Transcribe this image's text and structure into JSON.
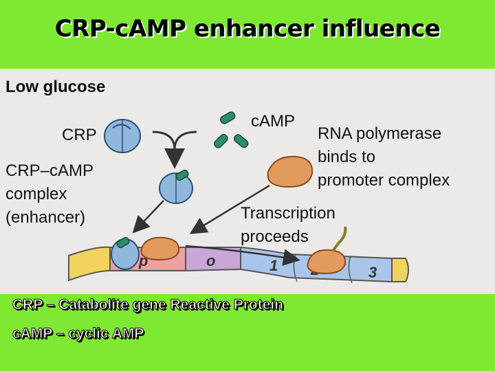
{
  "slide": {
    "title": "CRP-cAMP enhancer influence"
  },
  "figure": {
    "heading": "Low glucose",
    "crp_label": "CRP",
    "camp_label": "cAMP",
    "complex_label_1": "CRP–cAMP",
    "complex_label_2": "complex",
    "complex_label_3": "(enhancer)",
    "rnap_label_1": "RNA polymerase",
    "rnap_label_2": "binds to",
    "rnap_label_3": "promoter complex",
    "transcription_label_1": "Transcription",
    "transcription_label_2": "proceeds",
    "dna_segments": [
      "p",
      "o",
      "1",
      "2",
      "3"
    ]
  },
  "glossary": {
    "line1": "CRP – Catabolite  gene Reactive Protein",
    "line2": "cAMP – cyclic AMP"
  },
  "colors": {
    "background": "#7ee832",
    "figure_bg": "#eceae8",
    "crp_blue": "#8fb8dc",
    "camp_green": "#2e8b6e",
    "rnap_orange": "#e39a5e",
    "dna_yellow": "#f2d35e",
    "dna_pink": "#eaa3a0",
    "dna_violet": "#c9a6d6",
    "dna_blue": "#a9c6ea"
  }
}
